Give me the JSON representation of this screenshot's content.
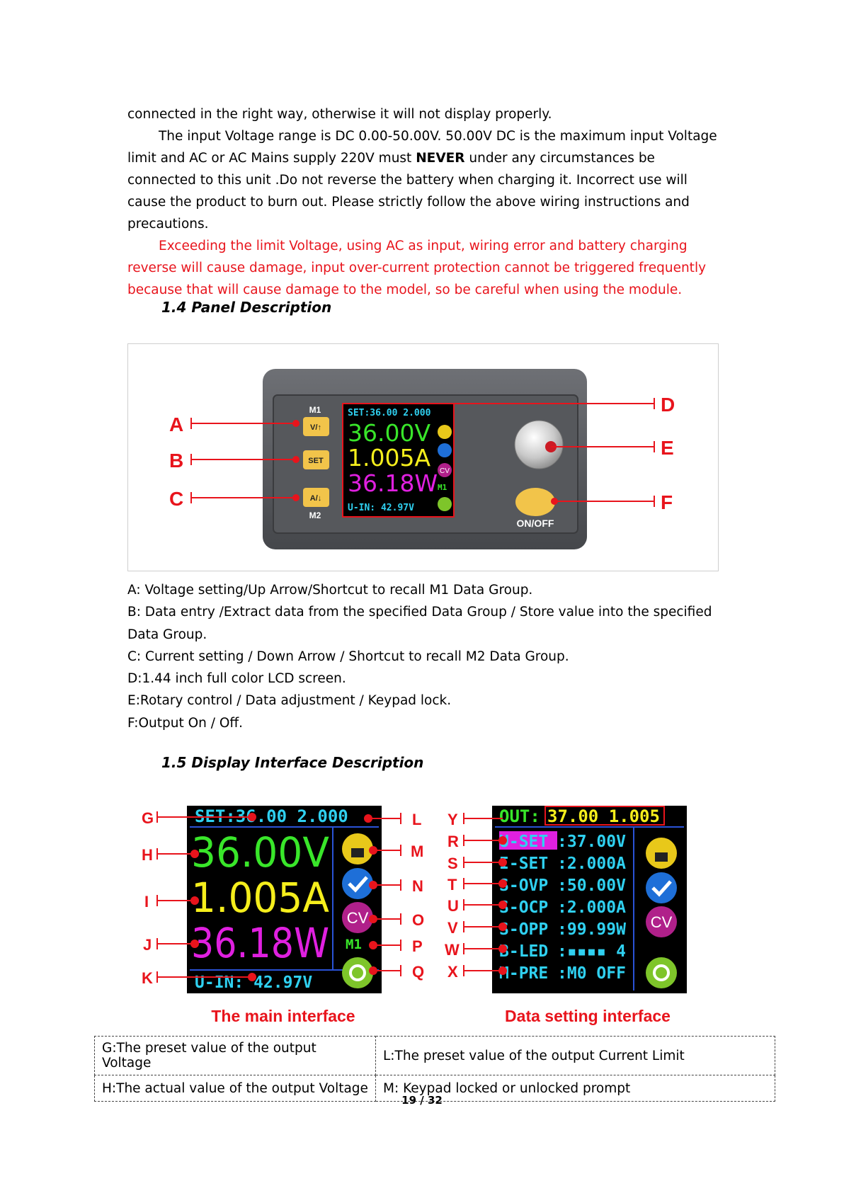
{
  "intro": {
    "line1": "connected in the right way, otherwise it will not display properly.",
    "para2_a": "The input Voltage range is DC 0.00-50.00V. 50.00V DC is the maximum input Voltage limit and AC or AC Mains supply 220V must ",
    "para2_bold": "NEVER",
    "para2_b": " under any circumstances be connected to this unit .Do not reverse the battery when charging it. Incorrect use will cause the product to burn out. Please strictly follow the above wiring instructions and precautions.",
    "warning": "Exceeding the limit Voltage, using AC as input, wiring error and battery charging reverse will cause damage, input over-current protection cannot be triggered frequently because that will cause damage to the model, so be careful when using the module."
  },
  "section14": {
    "heading": "1.4 Panel Description",
    "panel": {
      "btn1_top": "M1",
      "btn1": "V/↑",
      "btn2": "SET",
      "btn3": "A/↓",
      "btn3_bottom": "M2",
      "onoff": "ON/OFF",
      "lcd_set": "SET:36.00 2.000",
      "lcd_v": "36.00V",
      "lcd_a": "1.005A",
      "lcd_w": "36.18W",
      "lcd_m": "M1",
      "lcd_uin": "U-IN: 42.97V",
      "cv": "CV"
    },
    "labels": [
      "A",
      "B",
      "C",
      "D",
      "E",
      "F"
    ],
    "descriptions": [
      "A: Voltage setting/Up Arrow/Shortcut to recall M1 Data Group.",
      "B: Data entry /Extract data from the specified Data Group / Store value into the specified Data Group.",
      "C: Current setting / Down Arrow / Shortcut to recall M2 Data Group.",
      "D:1.44 inch full color LCD screen.",
      "E:Rotary control / Data adjustment / Keypad lock.",
      "F:Output On / Off."
    ]
  },
  "section15": {
    "heading": "1.5 Display Interface Description",
    "main": {
      "set": "SET:36.00 2.000",
      "v": "36.00V",
      "a": "1.005A",
      "w": "36.18W",
      "m": "M1",
      "uin": "U-IN: 42.97V",
      "cv": "CV",
      "caption": "The main interface",
      "labels_left": [
        "G",
        "H",
        "I",
        "J",
        "K"
      ],
      "labels_right": [
        "L",
        "M",
        "N",
        "O",
        "P",
        "Q"
      ]
    },
    "setting": {
      "out_label": "OUT:",
      "out_value": "37.00 1.005",
      "rows": [
        {
          "key": "U-SET",
          "val": ":37.00V"
        },
        {
          "key": "I-SET",
          "val": ":2.000A"
        },
        {
          "key": "S-OVP",
          "val": ":50.00V"
        },
        {
          "key": "S-OCP",
          "val": ":2.000A"
        },
        {
          "key": "S-OPP",
          "val": ":99.99W"
        },
        {
          "key": "B-LED",
          "val": ":▪▪▪▪  4"
        },
        {
          "key": "M-PRE",
          "val": ":M0  OFF"
        }
      ],
      "cv": "CV",
      "caption": "Data setting interface",
      "labels": [
        "Y",
        "R",
        "S",
        "T",
        "U",
        "V",
        "W",
        "X"
      ]
    },
    "table": [
      [
        "G:The preset value of the output Voltage",
        "L:The preset value of the output Current Limit"
      ],
      [
        "H:The actual value of the output Voltage",
        "M: Keypad locked or unlocked prompt"
      ]
    ]
  },
  "footer": {
    "page": "19",
    "total": "32"
  },
  "colors": {
    "red": "#e8141c",
    "lcd_green": "#39e62a",
    "lcd_yellow": "#f5ee1c",
    "lcd_magenta": "#e020e0",
    "lcd_cyan": "#2fd0f0"
  }
}
